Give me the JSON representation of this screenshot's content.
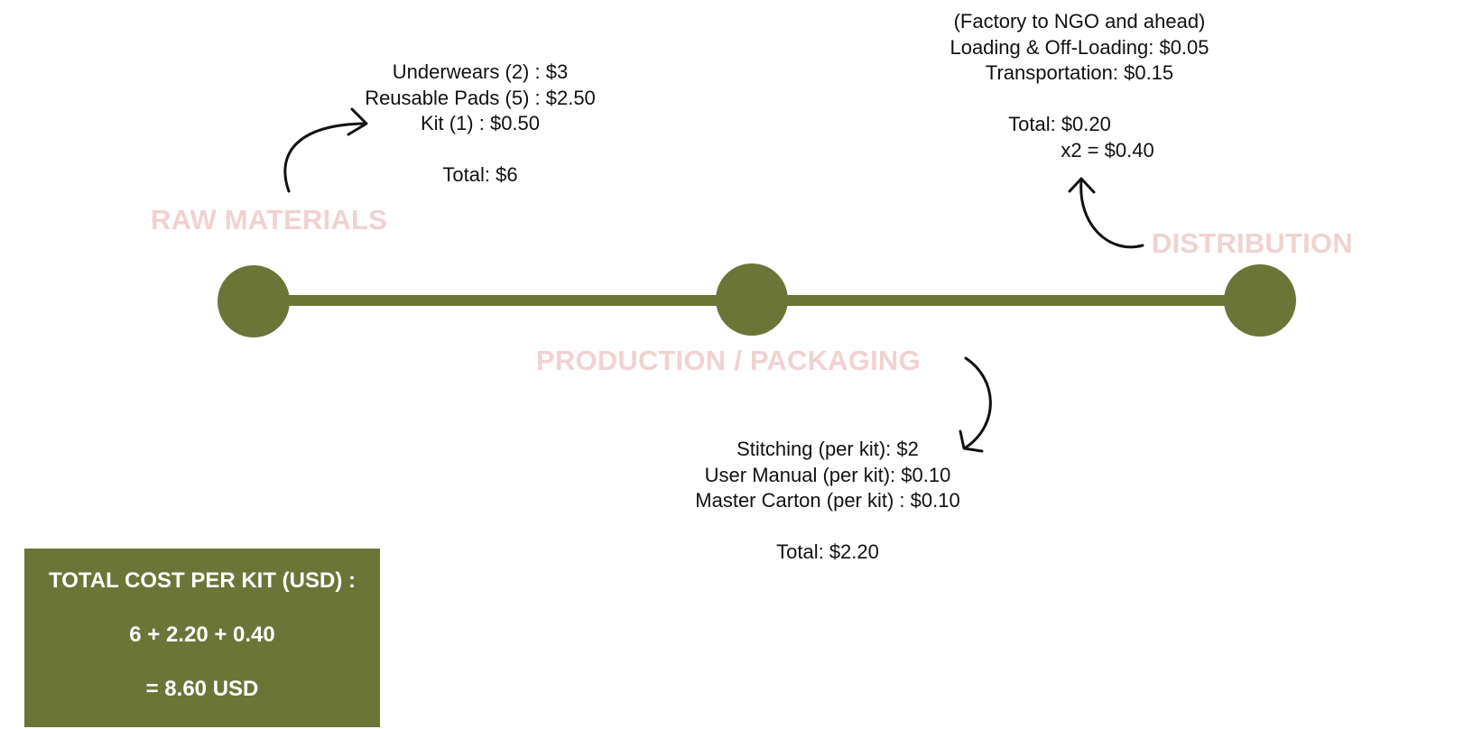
{
  "colors": {
    "accent": "#6b7538",
    "stage_label": "#f0d2d0",
    "box_text": "#ffffff",
    "text": "#111111"
  },
  "stages": {
    "raw_materials": {
      "title": "RAW MATERIALS",
      "items": [
        "Underwears (2) : $3",
        "Reusable Pads (5) : $2.50",
        "Kit (1) : $0.50"
      ],
      "total": "Total: $6"
    },
    "production": {
      "title": "PRODUCTION / PACKAGING",
      "items": [
        "Stitching (per kit): $2",
        "User Manual (per kit): $0.10",
        "Master Carton (per kit) : $0.10"
      ],
      "total": "Total: $2.20"
    },
    "distribution": {
      "title": "DISTRIBUTION",
      "items": [
        "(Factory to NGO and ahead)",
        "Loading & Off-Loading: $0.05",
        "Transportation: $0.15"
      ],
      "total": "Total: $0.20",
      "multiplier": "x2 = $0.40"
    }
  },
  "summary": {
    "heading": "TOTAL COST PER KIT (USD) :",
    "formula": "6 + 2.20 + 0.40",
    "result": "= 8.60 USD"
  }
}
